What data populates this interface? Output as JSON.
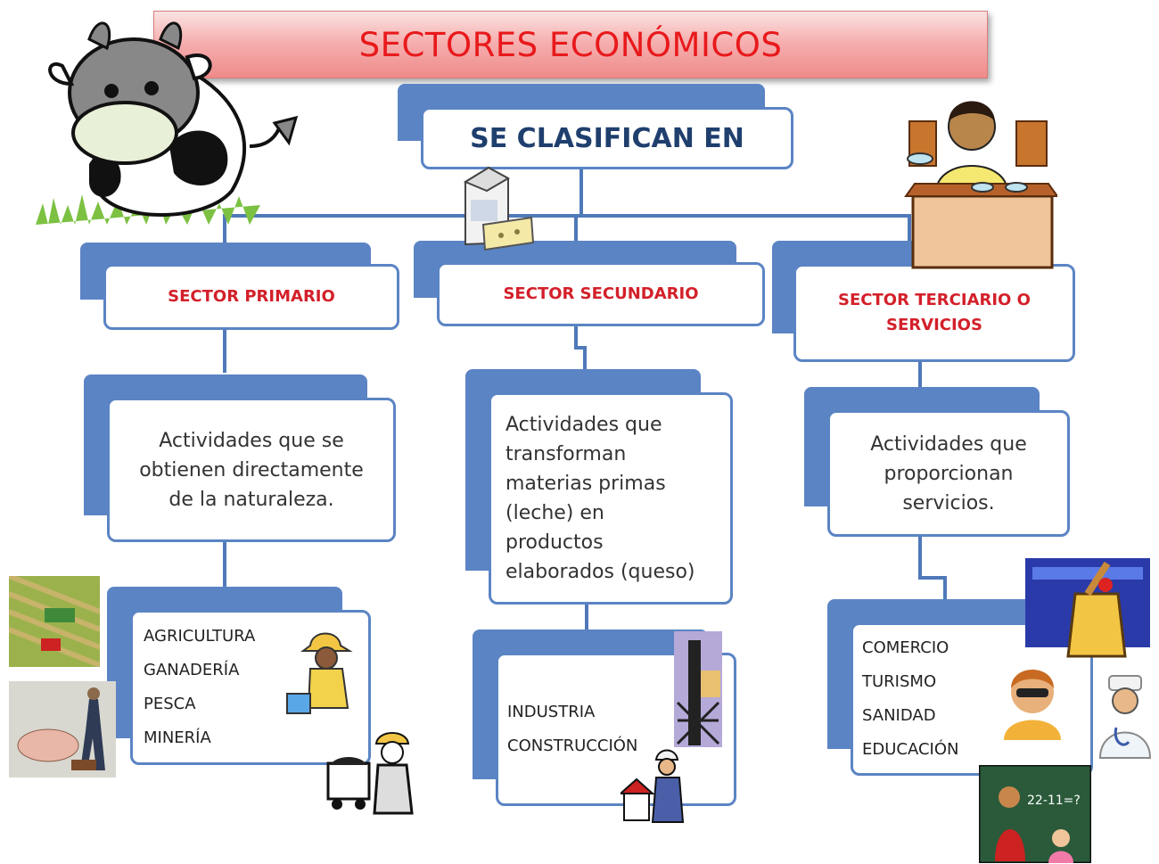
{
  "title": "SECTORES ECONÓMICOS",
  "root": {
    "label": "SE CLASIFICAN EN"
  },
  "sectors": [
    {
      "label": "SECTOR PRIMARIO",
      "description": [
        "Actividades que se",
        "obtienen directamente",
        "de la naturaleza."
      ],
      "activities": [
        "AGRICULTURA",
        "GANADERÍA",
        "PESCA",
        "MINERÍA"
      ]
    },
    {
      "label": "SECTOR SECUNDARIO",
      "description": [
        "Actividades que",
        "transforman",
        "materias primas",
        "(leche) en",
        "productos",
        "elaborados (queso)"
      ],
      "activities": [
        "INDUSTRIA",
        "CONSTRUCCIÓN"
      ]
    },
    {
      "label_lines": [
        "SECTOR TERCIARIO O",
        "SERVICIOS"
      ],
      "description": [
        "Actividades que",
        "proporcionan",
        "servicios."
      ],
      "activities": [
        "COMERCIO",
        "TURISMO",
        "SANIDAD",
        "EDUCACIÓN"
      ]
    }
  ],
  "clipart_text": {
    "blackboard": "22-11=?"
  },
  "colors": {
    "title_red": "#e8191b",
    "sector_red": "#d3202a",
    "box_blue": "#5b84c4",
    "connector_blue": "#4f79b9"
  }
}
